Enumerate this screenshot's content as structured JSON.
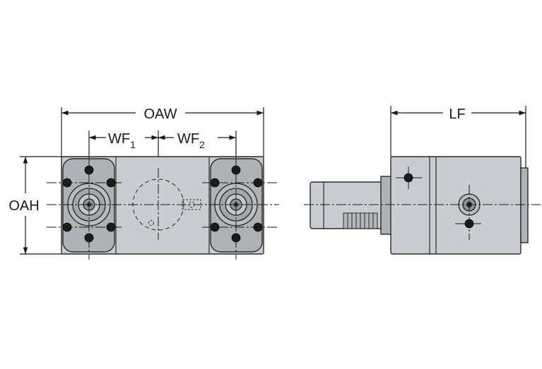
{
  "labels": {
    "oaw": "OAW",
    "wf1": "WF",
    "wf1_sub": "1",
    "wf2": "WF",
    "wf2_sub": "2",
    "oah": "OAH",
    "lf": "LF"
  },
  "colors": {
    "body_fill": "#c9ccd0",
    "body_dark": "#aeb2b7",
    "line": "#1a1a1a"
  }
}
